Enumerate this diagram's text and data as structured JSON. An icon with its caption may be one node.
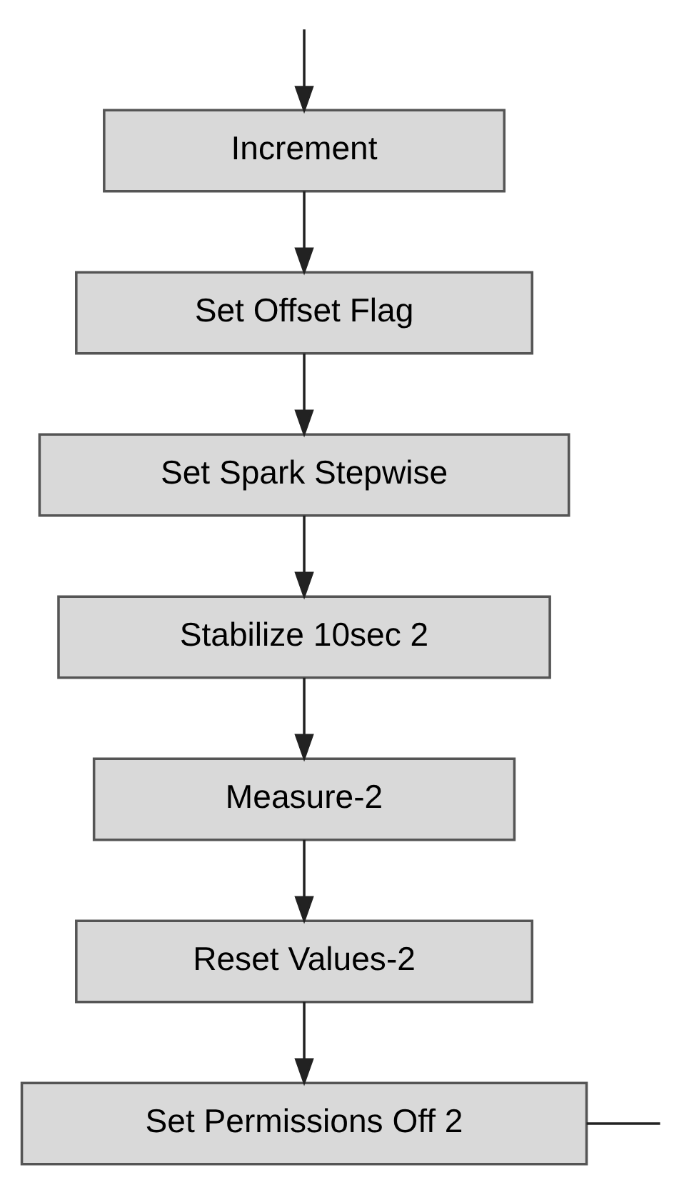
{
  "diagram": {
    "nodes": [
      {
        "text": [
          "Increment"
        ]
      },
      {
        "text": [
          "Set Offset Flag"
        ]
      },
      {
        "text": [
          "Set Spark Stepwise"
        ]
      },
      {
        "text": [
          "Stabilize 10sec 2"
        ]
      },
      {
        "text": [
          "Measure-2"
        ]
      },
      {
        "text": [
          "Reset Values-2"
        ]
      },
      {
        "text": [
          "Set Permissions Off 2"
        ]
      }
    ],
    "edges": [
      {
        "from": null,
        "to": 0,
        "arrow": "to"
      },
      {
        "from": 0,
        "to": 1,
        "arrow": "to"
      },
      {
        "from": 1,
        "to": 2,
        "arrow": "to"
      },
      {
        "from": 2,
        "to": 3,
        "arrow": "to"
      },
      {
        "from": 3,
        "to": 4,
        "arrow": "to"
      },
      {
        "from": 4,
        "to": 5,
        "arrow": "to"
      },
      {
        "from": 5,
        "to": 6,
        "arrow": "to"
      },
      {
        "from": 6,
        "to": null,
        "arrow": "none"
      }
    ]
  }
}
